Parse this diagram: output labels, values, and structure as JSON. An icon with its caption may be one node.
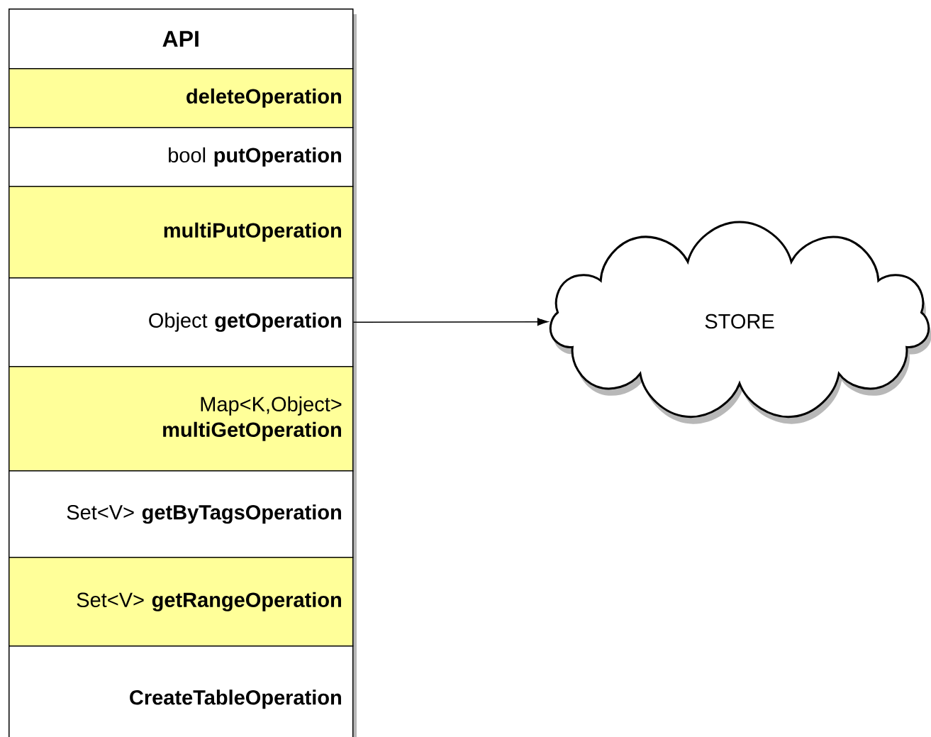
{
  "diagram": {
    "nodes": [
      {
        "text": [
          "API"
        ]
      },
      {
        "text": [
          "deleteOperation"
        ]
      },
      {
        "text": [
          "bool **putOperation**"
        ]
      },
      {
        "text": [
          "multiPutOperation"
        ]
      },
      {
        "text": [
          "Object **getOperation**"
        ]
      },
      {
        "text": [
          "Map<K,Object> **multiGetOperation**"
        ]
      },
      {
        "text": [
          "Set<V> **getByTagsOperation**"
        ]
      },
      {
        "text": [
          "Set<V> **getRangeOperation**"
        ]
      },
      {
        "text": [
          "CreateTableOperation"
        ]
      },
      {
        "text": [
          "STORE"
        ]
      }
    ],
    "edges": [
      {
        "from": 4,
        "to": 9,
        "arrow": "to"
      }
    ]
  }
}
